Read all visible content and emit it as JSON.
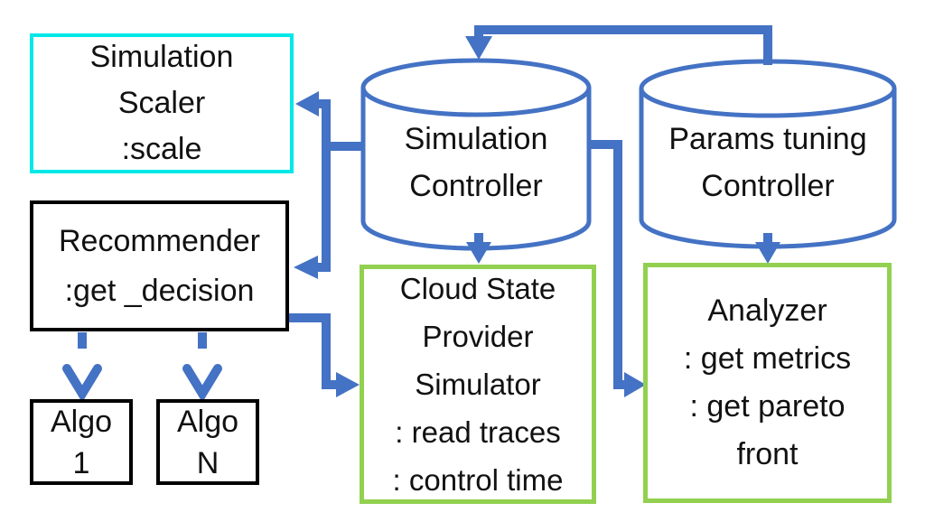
{
  "colors": {
    "blue": "#4472C4",
    "green": "#92D050",
    "cyan": "#00E8E8",
    "black": "#000000"
  },
  "nodes": {
    "scaler": {
      "lines": [
        "Simulation",
        "Scaler",
        ":scale"
      ]
    },
    "recommender": {
      "lines": [
        "Recommender",
        ":get _decision"
      ]
    },
    "algo1": {
      "lines": [
        "Algo",
        "1"
      ]
    },
    "algoN": {
      "lines": [
        "Algo",
        "N"
      ]
    },
    "sim_controller": {
      "lines": [
        "Simulation",
        "Controller"
      ]
    },
    "params_controller": {
      "lines": [
        "Params tuning",
        "Controller"
      ]
    },
    "cloud_simulator": {
      "lines": [
        "Cloud State",
        "Provider",
        "Simulator",
        ": read traces",
        ": control time"
      ]
    },
    "analyzer": {
      "lines": [
        "Analyzer",
        ": get metrics",
        ": get pareto",
        "front"
      ]
    }
  },
  "edges": [
    {
      "from": "params-tuning-controller",
      "to": "simulation-controller",
      "style": "solid"
    },
    {
      "from": "simulation-controller",
      "to": "simulation-scaler",
      "style": "solid"
    },
    {
      "from": "simulation-controller",
      "to": "recommender",
      "style": "solid"
    },
    {
      "from": "simulation-controller",
      "to": "cloud-state-provider-simulator",
      "style": "solid"
    },
    {
      "from": "simulation-controller",
      "to": "analyzer",
      "style": "solid"
    },
    {
      "from": "params-tuning-controller",
      "to": "analyzer",
      "style": "solid"
    },
    {
      "from": "recommender",
      "to": "cloud-state-provider-simulator",
      "style": "solid"
    },
    {
      "from": "recommender",
      "to": "algo-1",
      "style": "dashed"
    },
    {
      "from": "recommender",
      "to": "algo-n",
      "style": "dashed"
    }
  ]
}
